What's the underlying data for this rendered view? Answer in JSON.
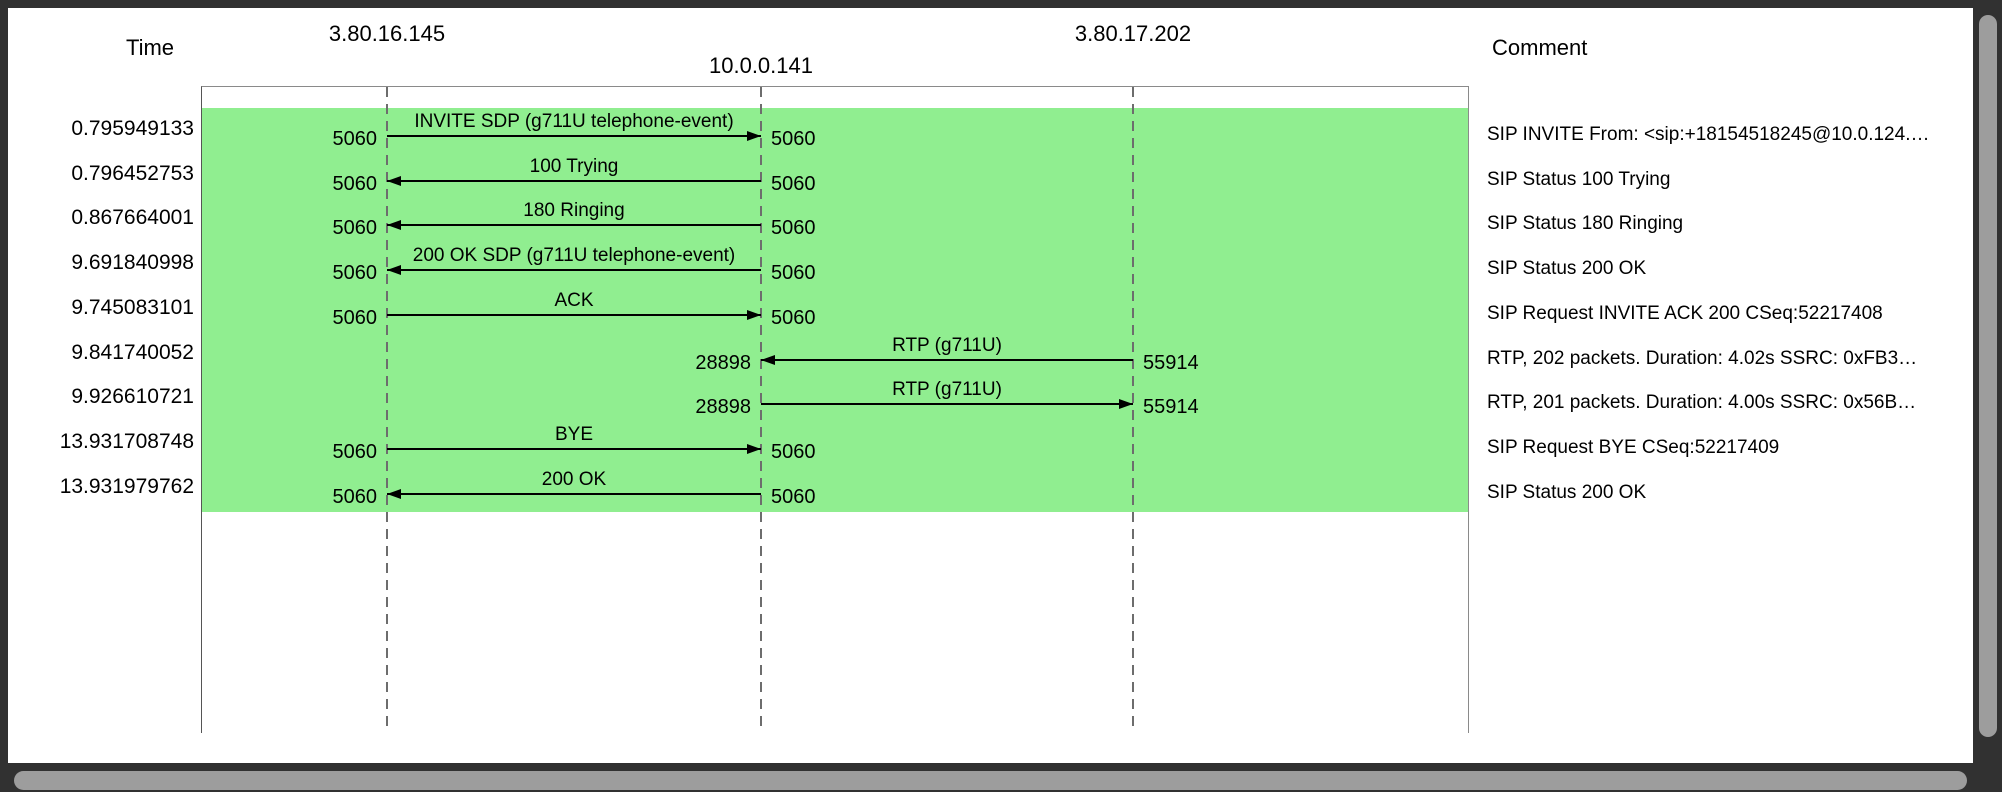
{
  "header": {
    "time_label": "Time",
    "comment_label": "Comment",
    "nodes": [
      "3.80.16.145",
      "10.0.0.141",
      "3.80.17.202"
    ]
  },
  "colors": {
    "highlight_green": "#90ee90",
    "window_chrome": "#313131",
    "scrollbar_thumb": "#9d9d9d"
  },
  "rows": [
    {
      "time": "0.795949133",
      "label": "INVITE SDP (g711U telephone-event)",
      "port_left": "5060",
      "port_right": "5060",
      "comment": "SIP INVITE From: <sip:+18154518245@10.0.124.…"
    },
    {
      "time": "0.796452753",
      "label": "100 Trying",
      "port_left": "5060",
      "port_right": "5060",
      "comment": "SIP Status 100 Trying"
    },
    {
      "time": "0.867664001",
      "label": "180 Ringing",
      "port_left": "5060",
      "port_right": "5060",
      "comment": "SIP Status 180 Ringing"
    },
    {
      "time": "9.691840998",
      "label": "200 OK SDP (g711U telephone-event)",
      "port_left": "5060",
      "port_right": "5060",
      "comment": "SIP Status 200 OK"
    },
    {
      "time": "9.745083101",
      "label": "ACK",
      "port_left": "5060",
      "port_right": "5060",
      "comment": "SIP Request INVITE ACK 200 CSeq:52217408"
    },
    {
      "time": "9.841740052",
      "label": "RTP (g711U)",
      "port_left": "28898",
      "port_right": "55914",
      "comment": "RTP, 202 packets. Duration: 4.02s SSRC: 0xFB3…"
    },
    {
      "time": "9.926610721",
      "label": "RTP (g711U)",
      "port_left": "28898",
      "port_right": "55914",
      "comment": "RTP, 201 packets. Duration: 4.00s SSRC: 0x56B…"
    },
    {
      "time": "13.931708748",
      "label": "BYE",
      "port_left": "5060",
      "port_right": "5060",
      "comment": "SIP Request BYE CSeq:52217409"
    },
    {
      "time": "13.931979762",
      "label": "200 OK",
      "port_left": "5060",
      "port_right": "5060",
      "comment": "SIP Status 200 OK"
    }
  ]
}
